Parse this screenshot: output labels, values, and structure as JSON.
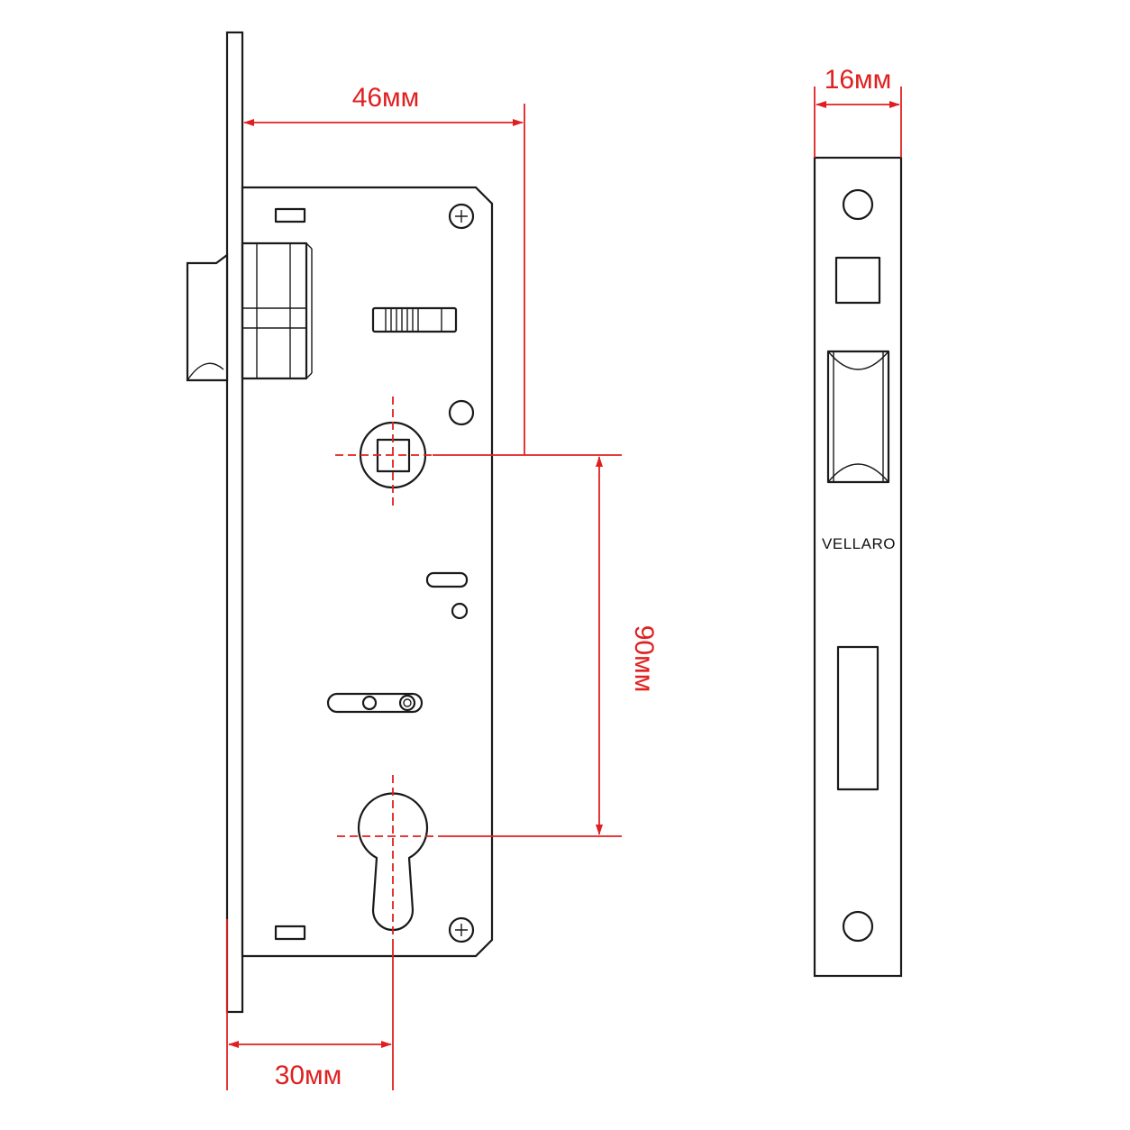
{
  "dimensions": {
    "width_top": "46мм",
    "faceplate_width": "16мм",
    "center_distance": "90мм",
    "backset": "30мм"
  },
  "faceplate": {
    "brand": "VELLARO"
  },
  "colors": {
    "line": "#1a1a1a",
    "dimension": "#e02020",
    "background": "#ffffff"
  }
}
